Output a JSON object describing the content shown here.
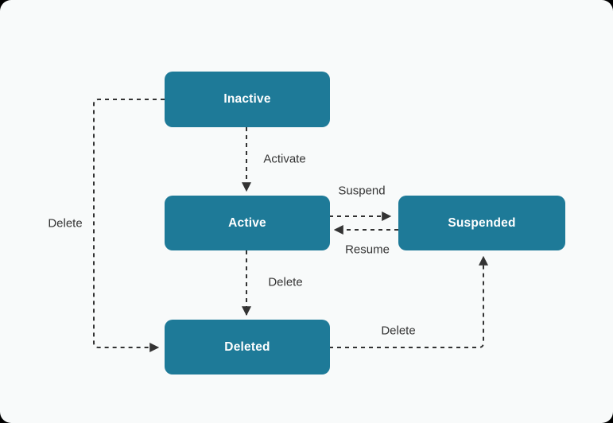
{
  "diagram": {
    "type": "state-diagram",
    "states": [
      {
        "id": "inactive",
        "label": "Inactive"
      },
      {
        "id": "active",
        "label": "Active"
      },
      {
        "id": "suspended",
        "label": "Suspended"
      },
      {
        "id": "deleted",
        "label": "Deleted"
      }
    ],
    "transitions": [
      {
        "from": "inactive",
        "to": "active",
        "label": "Activate",
        "style": "dashed"
      },
      {
        "from": "active",
        "to": "suspended",
        "label": "Suspend",
        "style": "dashed"
      },
      {
        "from": "suspended",
        "to": "active",
        "label": "Resume",
        "style": "dashed"
      },
      {
        "from": "active",
        "to": "deleted",
        "label": "Delete",
        "style": "dashed"
      },
      {
        "from": "inactive",
        "to": "deleted",
        "label": "Delete",
        "style": "dashed"
      },
      {
        "from": "deleted",
        "to": "suspended",
        "label": "Delete",
        "style": "dashed"
      }
    ],
    "colors": {
      "state_fill": "#1e7a98",
      "state_text": "#ffffff",
      "edge_stroke": "#333333",
      "edge_label_text": "#333333",
      "background": "#f8fafa"
    }
  }
}
